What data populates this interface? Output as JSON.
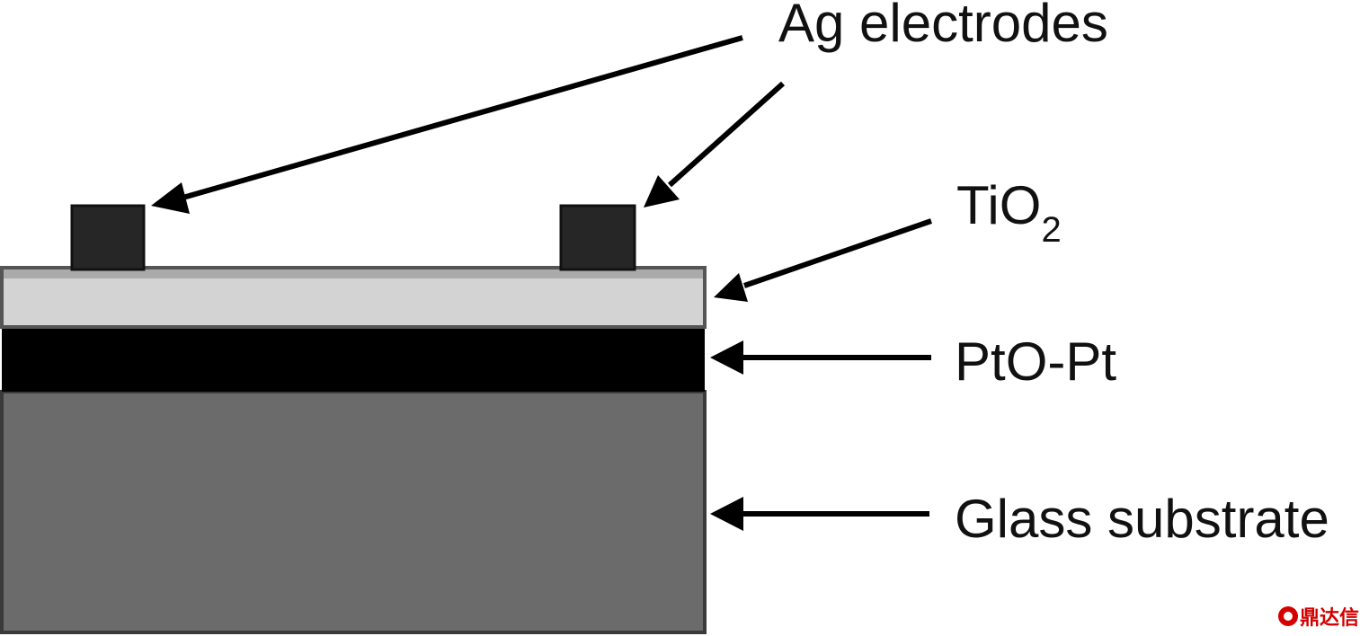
{
  "labels": {
    "ag": "Ag electrodes",
    "tio2_main": "TiO",
    "tio2_sub": "2",
    "pto": "PtO-Pt",
    "glass": "Glass substrate"
  },
  "watermark": {
    "text": "鼎达信"
  },
  "colors": {
    "glass": "#6b6b6b",
    "pto": "#000000",
    "tio2": "#d3d3d3",
    "electrode": "#262626",
    "outline": "#3a3a3a",
    "arrow": "#000000",
    "watermark": "#d40000"
  }
}
